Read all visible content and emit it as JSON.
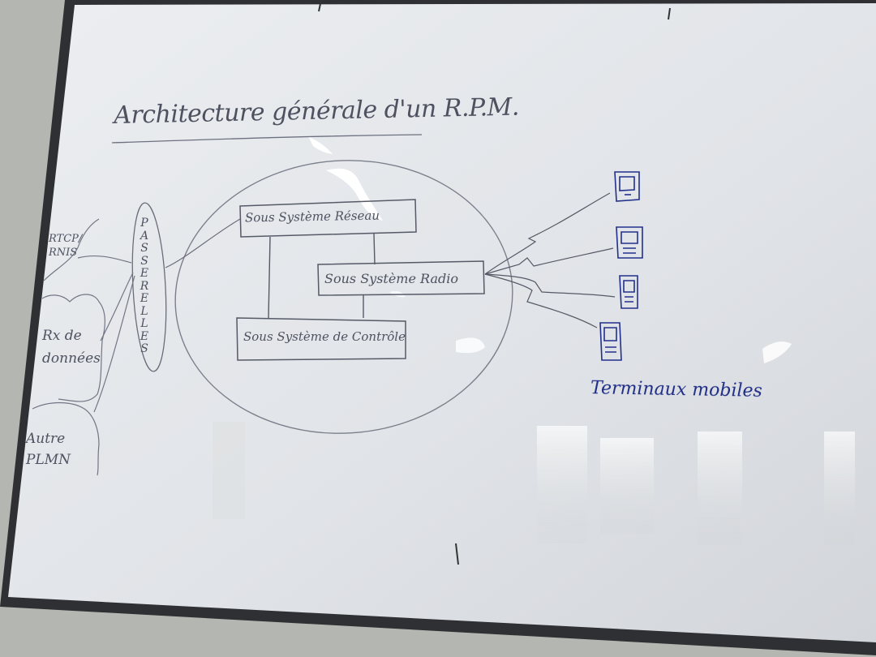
{
  "title": "Architecture générale d'un R.P.M.",
  "subsystems": {
    "reseau": "Sous Système Réseau",
    "radio": "Sous Système Radio",
    "controle": "Sous Système de Contrôle"
  },
  "gateways_label": "PASSERELLES",
  "external_networks": {
    "rtcp_line1": "RTCP/",
    "rtcp_line2": "RNIS",
    "data_line1": "Rx de",
    "data_line2": "données",
    "plmn_line1": "Autre",
    "plmn_line2": "PLMN"
  },
  "terminals_label": "Terminaux mobiles",
  "terminal_icons": [
    "mobile-phone-icon",
    "mobile-phone-icon",
    "mobile-phone-icon",
    "mobile-phone-icon"
  ],
  "colors": {
    "wall": "#b9bbb6",
    "board": "#e3e6ea",
    "frame": "#303235",
    "pencil": "#4e5260",
    "marker": "#1f2d86"
  }
}
